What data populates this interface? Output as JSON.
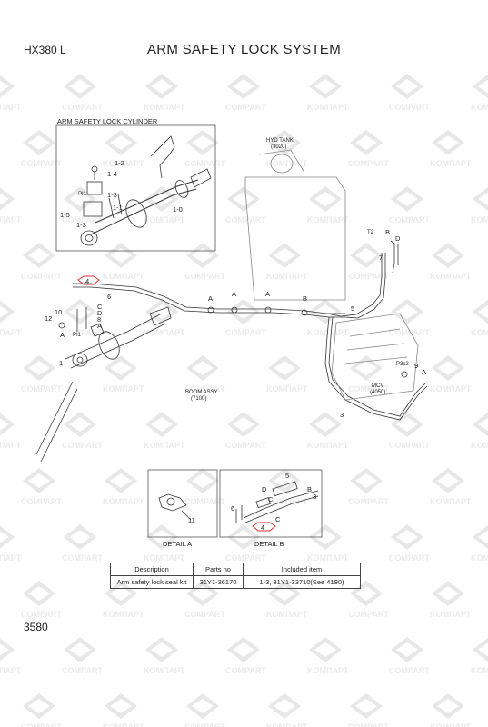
{
  "header": {
    "model": "HX380 L",
    "title": "ARM SAFETY LOCK SYSTEM"
  },
  "page_number": "3580",
  "watermark": {
    "brand_a": "KOMПАРТ",
    "brand_b": "COMPART"
  },
  "inset": {
    "caption": "ARM SAFETY LOCK CYLINDER"
  },
  "captions": {
    "hyd_tank": "HYD TANK",
    "hyd_tank_code": "(3020)",
    "boom_assy": "BOOM ASSY",
    "boom_assy_code": "(7100)",
    "mcv": "MCV",
    "mcv_code": "(4050)",
    "t2": "T2",
    "p3c2": "P3c2",
    "pi1": "PI1",
    "pi1b": "PI1"
  },
  "details": {
    "a": "DETAIL  A",
    "b": "DETAIL  B"
  },
  "labels": {
    "l1_2": "1-2",
    "l1_4": "1-4",
    "l1_3a": "1-3",
    "l1_1": "1-1",
    "l1_5": "1-5",
    "l1_3b": "1-3",
    "l1_0": "1-0",
    "l4": "4",
    "l6": "6",
    "l10": "10",
    "l12": "12",
    "lC1": "C",
    "lD1": "D",
    "l8": "8",
    "lA1": "A",
    "lA2": "A",
    "l1": "1",
    "lA3": "A",
    "lA4": "A",
    "lA5": "A",
    "lB1": "B",
    "l5": "5",
    "l3": "3",
    "lB2": "B",
    "lD2": "D",
    "l7": "7",
    "l9": "9",
    "lA6": "A",
    "l11": "11",
    "lb5": "5",
    "lbD": "D",
    "lbB": "B",
    "lb3": "3",
    "lb6": "6",
    "lbC": "C",
    "lb4": "4",
    "lbC2": "C"
  },
  "table": {
    "headers": [
      "Description",
      "Parts no",
      "Included item"
    ],
    "rows": [
      [
        "Arm safety lock seal kit",
        "31Y1-36170",
        "1-3, 31Y1-33710(See 4190)"
      ]
    ]
  }
}
